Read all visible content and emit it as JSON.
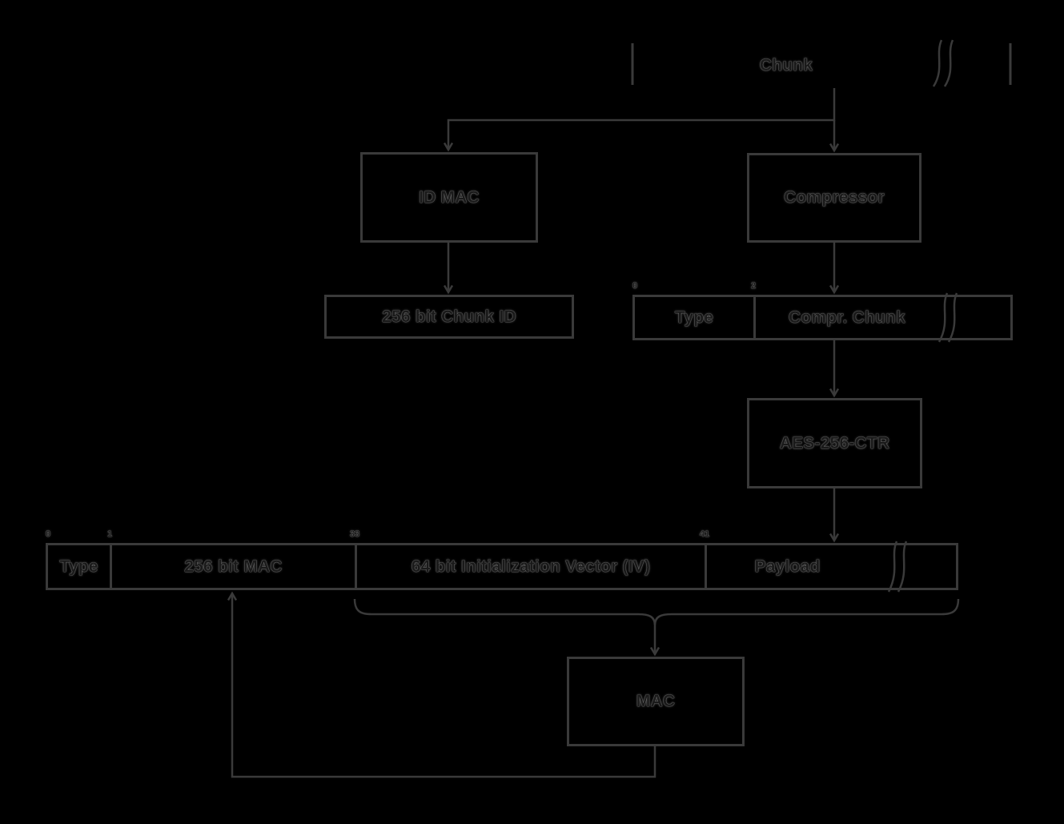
{
  "colors": {
    "bg": "#000000",
    "line": "#3a3a3a"
  },
  "stream": {
    "label": "Chunk"
  },
  "boxes": {
    "id_mac": {
      "label": "ID MAC"
    },
    "compressor": {
      "label": "Compressor"
    },
    "chunk_id": {
      "label": "256 bit Chunk ID"
    },
    "aes": {
      "label": "AES-256-CTR"
    },
    "mac": {
      "label": "MAC"
    }
  },
  "compressed_packet": {
    "offsets": [
      "0",
      "2"
    ],
    "segments": [
      {
        "label": "Type"
      },
      {
        "label": "Compr. Chunk"
      }
    ]
  },
  "encrypted_packet": {
    "offsets": [
      "0",
      "1",
      "33",
      "41"
    ],
    "segments": [
      {
        "label": "Type"
      },
      {
        "label": "256 bit MAC"
      },
      {
        "label": "64 bit Initialization Vector (IV)"
      },
      {
        "label": "Payload"
      }
    ]
  }
}
